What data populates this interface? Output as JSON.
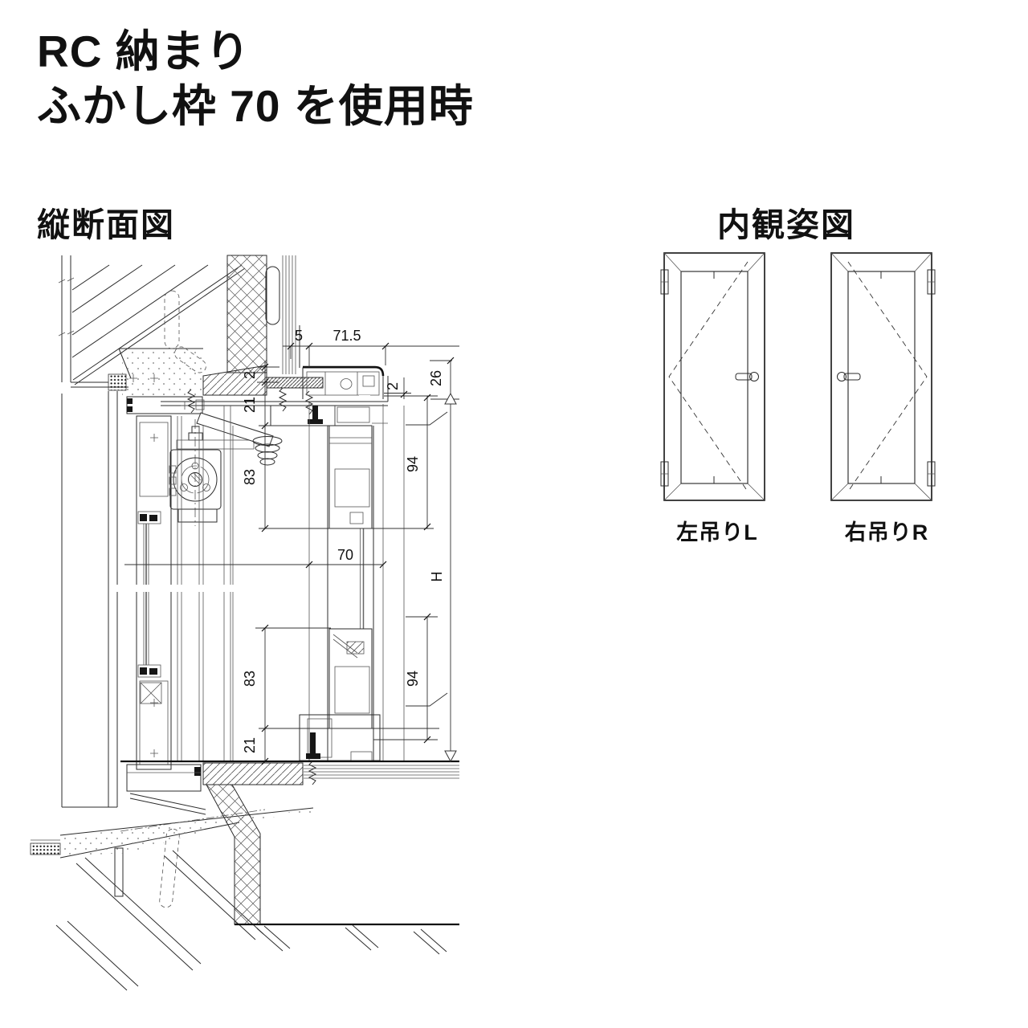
{
  "title": {
    "line1": "RC 納まり",
    "line2": "ふかし枠 70 を使用時"
  },
  "cross_section": {
    "heading": "縦断面図",
    "dims": {
      "d5": "5",
      "d71_5": "71.5",
      "d2_a": "2",
      "d21_a": "21",
      "d2_b": "2",
      "d26": "26",
      "d83_a": "83",
      "d94_a": "94",
      "d70": "70",
      "dH": "H",
      "d83_b": "83",
      "d94_b": "94",
      "d21_b": "21"
    }
  },
  "elevation": {
    "heading": "内観姿図",
    "doors": [
      {
        "label": "左吊りL"
      },
      {
        "label": "右吊りR"
      }
    ]
  },
  "colors": {
    "line": "#2b2b2b",
    "background": "#ffffff"
  }
}
